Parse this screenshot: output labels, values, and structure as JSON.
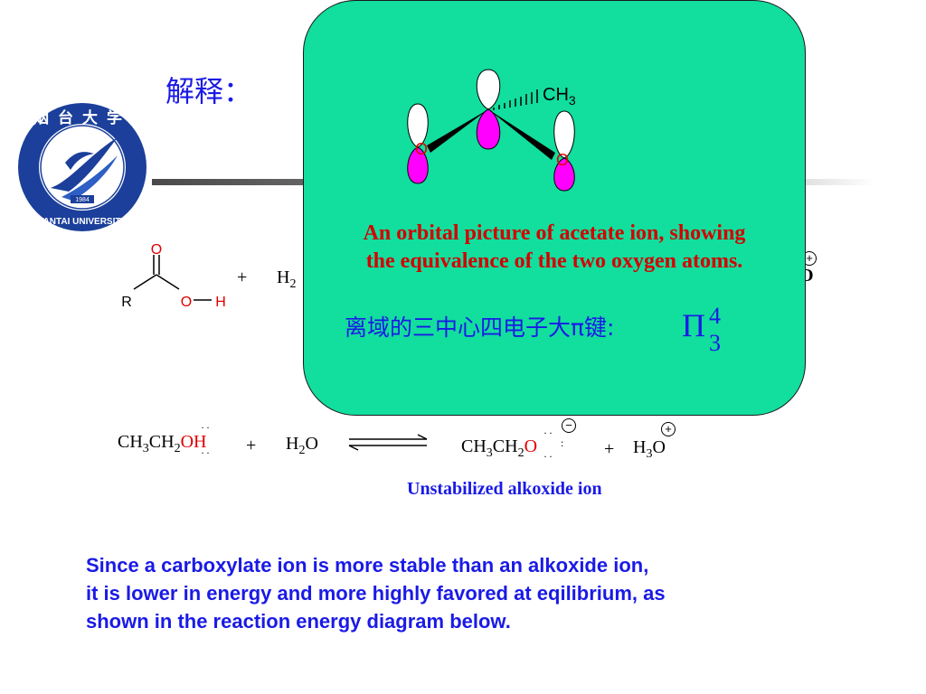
{
  "slide": {
    "title": "解释：",
    "logo": {
      "icon": "yantai-university-seal",
      "ring_text": "烟台大学",
      "bottom_text": "YANTAI UNIVERSITY",
      "year": "1984"
    }
  },
  "acid_equation": {
    "atom_o_top": "O",
    "atom_r": "R",
    "atom_o": "O",
    "atom_h": "H",
    "plus": "+",
    "water_h": "H",
    "water_sub": "2",
    "right_o": "O",
    "charge_plus": "+"
  },
  "callout": {
    "diagram": {
      "label_ch3": "CH",
      "label_ch3_sub": "3",
      "label_o_left": "O",
      "label_o_right": "O"
    },
    "caption_line1": "An orbital picture of acetate ion, showing",
    "caption_line2": "the equivalence of the two oxygen atoms.",
    "pi_text": "离域的三中心四电子大π键:",
    "pi_symbol": "Π",
    "pi_superscript": "4",
    "pi_subscript": "3"
  },
  "alcohol_equation": {
    "reactant_ch3": "CH",
    "reactant_sub1": "3",
    "reactant_ch2": "CH",
    "reactant_sub2": "2",
    "reactant_oh": "OH",
    "plus1": "+",
    "water_h": "H",
    "water_sub": "2",
    "water_o": "O",
    "product_ch3": "CH",
    "product_sub1": "3",
    "product_ch2": "CH",
    "product_sub2": "2",
    "product_o": "O",
    "charge_minus": "−",
    "plus2": "+",
    "hydronium_h": "H",
    "hydronium_sub": "3",
    "hydronium_o": "O",
    "charge_plus": "+",
    "label": "Unstabilized alkoxide ion"
  },
  "note": {
    "line1": "Since a carboxylate ion is more stable than an alkoxide ion,",
    "line2": "it is lower in energy and more highly favored at eqilibrium, as",
    "line3": "shown in the reaction energy diagram below."
  }
}
